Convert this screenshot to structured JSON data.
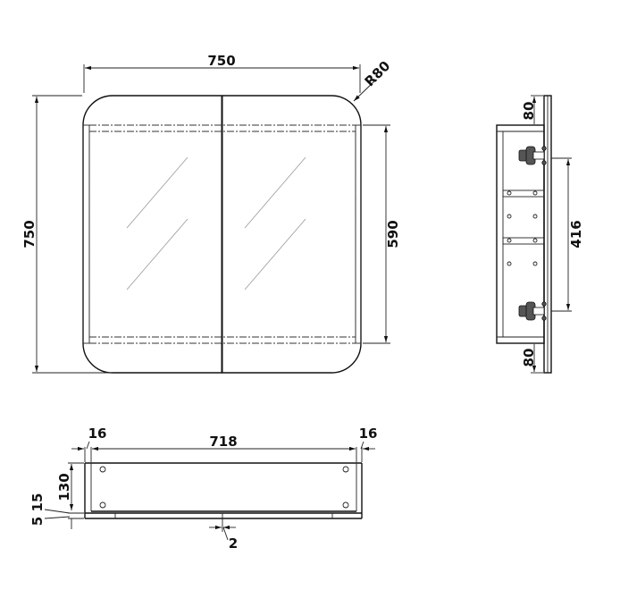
{
  "drawing": {
    "front_view": {
      "width_label": "750",
      "height_label": "750",
      "radius_label": "R80",
      "inner_height_label": "590"
    },
    "side_view": {
      "top_offset_label": "80",
      "bottom_offset_label": "80",
      "hinge_spacing_label": "416"
    },
    "plan_view": {
      "left_side_label": "16",
      "inner_width_label": "718",
      "right_side_label": "16",
      "depth_label": "130",
      "door_thickness_label": "15",
      "gap_label": "5",
      "door_gap_label": "2"
    }
  },
  "colors": {
    "line": "#111111",
    "glass": "#999999",
    "background": "#ffffff"
  }
}
